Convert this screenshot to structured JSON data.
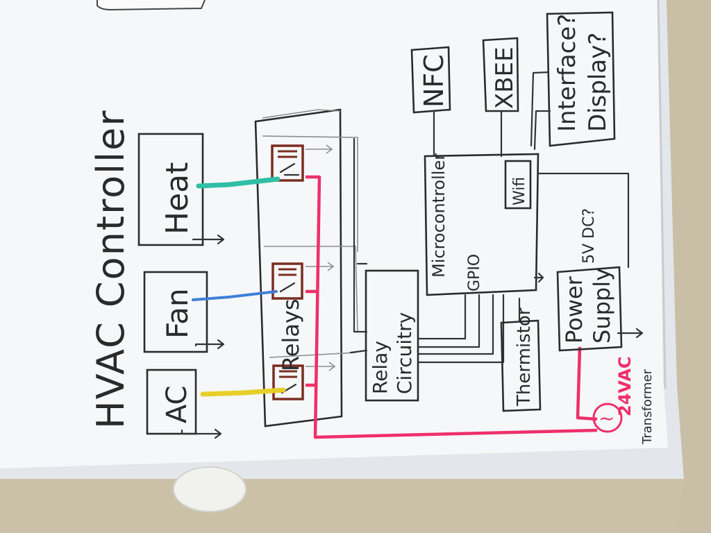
{
  "title": "HVAC Controller",
  "loads": {
    "ac": "AC",
    "fan": "Fan",
    "heat": "Heat"
  },
  "relay_label": "Relays",
  "relay_circuitry": {
    "line1": "Relay",
    "line2": "Circuitry"
  },
  "microcontroller": {
    "label": "Microcontroller",
    "gpio": "GPIO",
    "wifi": "Wifi"
  },
  "nfc": "NFC",
  "xbee": "XBEE",
  "interface": {
    "line1": "Interface?",
    "line2": "Display?"
  },
  "power_supply": {
    "line1": "Power",
    "line2": "Supply",
    "output": "5V DC?"
  },
  "thermistor": "Thermistor",
  "source": {
    "voltage": "24VAC",
    "label": "Transformer",
    "symbol": "~"
  },
  "colors": {
    "ink": "#2b2b2b",
    "teal_wire": "#2fbfa6",
    "blue_wire": "#3f7fd6",
    "yellow_wire": "#e6cf2a",
    "red_wire": "#ee2f6a",
    "relay_brown": "#7a2d20"
  }
}
